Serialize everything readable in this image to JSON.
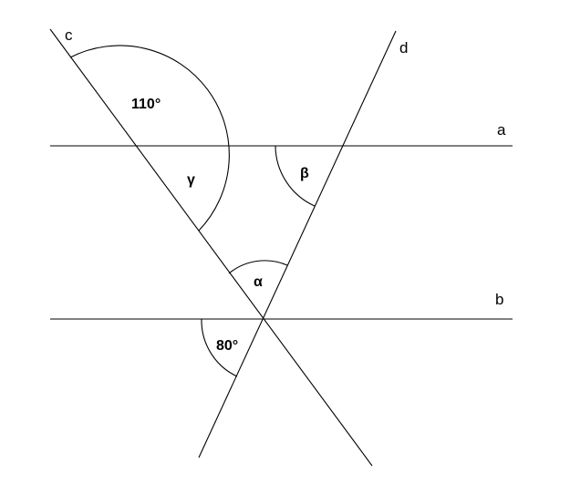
{
  "diagram": {
    "lines": {
      "a": "a",
      "b": "b",
      "c": "c",
      "d": "d"
    },
    "angles": {
      "top_obtuse": "110°",
      "gamma": "γ",
      "beta": "β",
      "alpha": "α",
      "bottom": "80°"
    }
  }
}
